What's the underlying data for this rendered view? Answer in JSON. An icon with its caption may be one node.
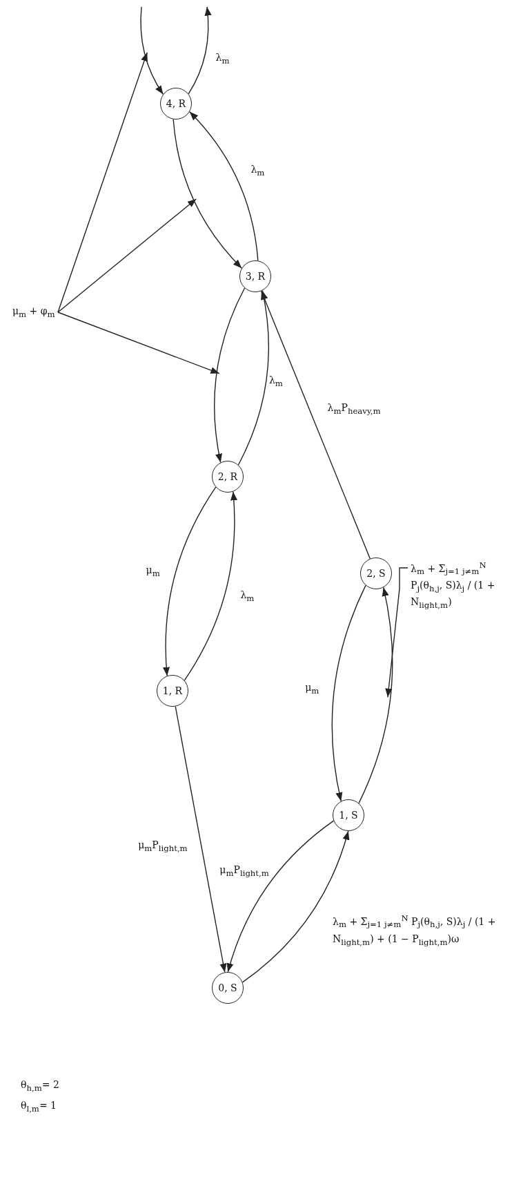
{
  "diagram": {
    "nodes": [
      {
        "text": [
          "1, R"
        ]
      },
      {
        "text": [
          "2, R"
        ]
      },
      {
        "text": [
          "3, R"
        ]
      },
      {
        "text": [
          "4, R"
        ]
      },
      {
        "text": [
          "0, S"
        ]
      },
      {
        "text": [
          "1, S"
        ]
      },
      {
        "text": [
          "2, S"
        ]
      },
      {
        "text": [
          "μ$_{m}$ + φ$_{m}$"
        ]
      },
      {
        "text": [
          "λ$_{m}$ + Σ$_{j=1 j≠m}$$^{N}$ P$_{j}$(θ$_{h,j}$, S)λ$_{j}$ / (1 + N$_{light,m}$)"
        ]
      }
    ],
    "edges": [
      {
        "from": 0,
        "to": 1,
        "arrow": "to",
        "label": "λ$_{m}$"
      },
      {
        "from": 1,
        "to": 0,
        "arrow": "to",
        "label": "μ$_{m}$"
      },
      {
        "from": 1,
        "to": 2,
        "arrow": "to",
        "label": "λ$_{m}$"
      },
      {
        "from": 2,
        "to": 1,
        "arrow": "to"
      },
      {
        "from": 2,
        "to": 3,
        "arrow": "to",
        "label": "λ$_{m}$"
      },
      {
        "from": 3,
        "to": 2,
        "arrow": "to"
      },
      {
        "from": 3,
        "to": null,
        "arrow": "to",
        "label": "λ$_{m}$"
      },
      {
        "from": null,
        "to": 3,
        "arrow": "to"
      },
      {
        "from": 0,
        "to": 4,
        "arrow": "to",
        "label": "μ$_{m}$P$_{light,m}$"
      },
      {
        "from": 4,
        "to": 5,
        "arrow": "to",
        "label": "λ$_{m}$ + Σ$_{j=1 j≠m}$$^{N}$ P$_{j}$(θ$_{h,j}$, S)λ$_{j}$ / (1 + N$_{light,m}$) + (1 − P$_{light,m}$)ω"
      },
      {
        "from": 5,
        "to": 4,
        "arrow": "to",
        "label": "μ$_{m}$P$_{light,m}$"
      },
      {
        "from": 5,
        "to": 6,
        "arrow": "to"
      },
      {
        "from": 6,
        "to": 5,
        "arrow": "to",
        "label": "μ$_{m}$"
      },
      {
        "from": 6,
        "to": 2,
        "arrow": "to",
        "label": "λ$_{m}$P$_{heavy,m}$"
      },
      {
        "from": 7,
        "to": null,
        "arrow": "to"
      },
      {
        "from": 7,
        "to": null,
        "arrow": "to"
      },
      {
        "from": 7,
        "to": null,
        "arrow": "to"
      },
      {
        "from": 8,
        "to": null,
        "arrow": "to"
      }
    ],
    "labels": [
      "θ$_{h,m}$= 2",
      "θ$_{l,m}$= 1"
    ]
  }
}
